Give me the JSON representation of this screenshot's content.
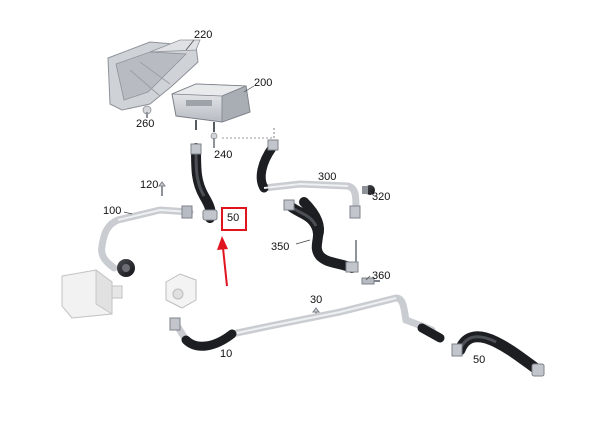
{
  "diagram": {
    "highlight_color": "#e0141e",
    "hose_color_light": "#c9ccd1",
    "hose_color_dark": "#1c1e22",
    "labels": {
      "p220": "220",
      "p200": "200",
      "p260": "260",
      "p240": "240",
      "p120": "120",
      "p100": "100",
      "p50a": "50",
      "p300": "300",
      "p320": "320",
      "p350": "350",
      "p360": "360",
      "p30": "30",
      "p10": "10",
      "p50b": "50"
    }
  }
}
